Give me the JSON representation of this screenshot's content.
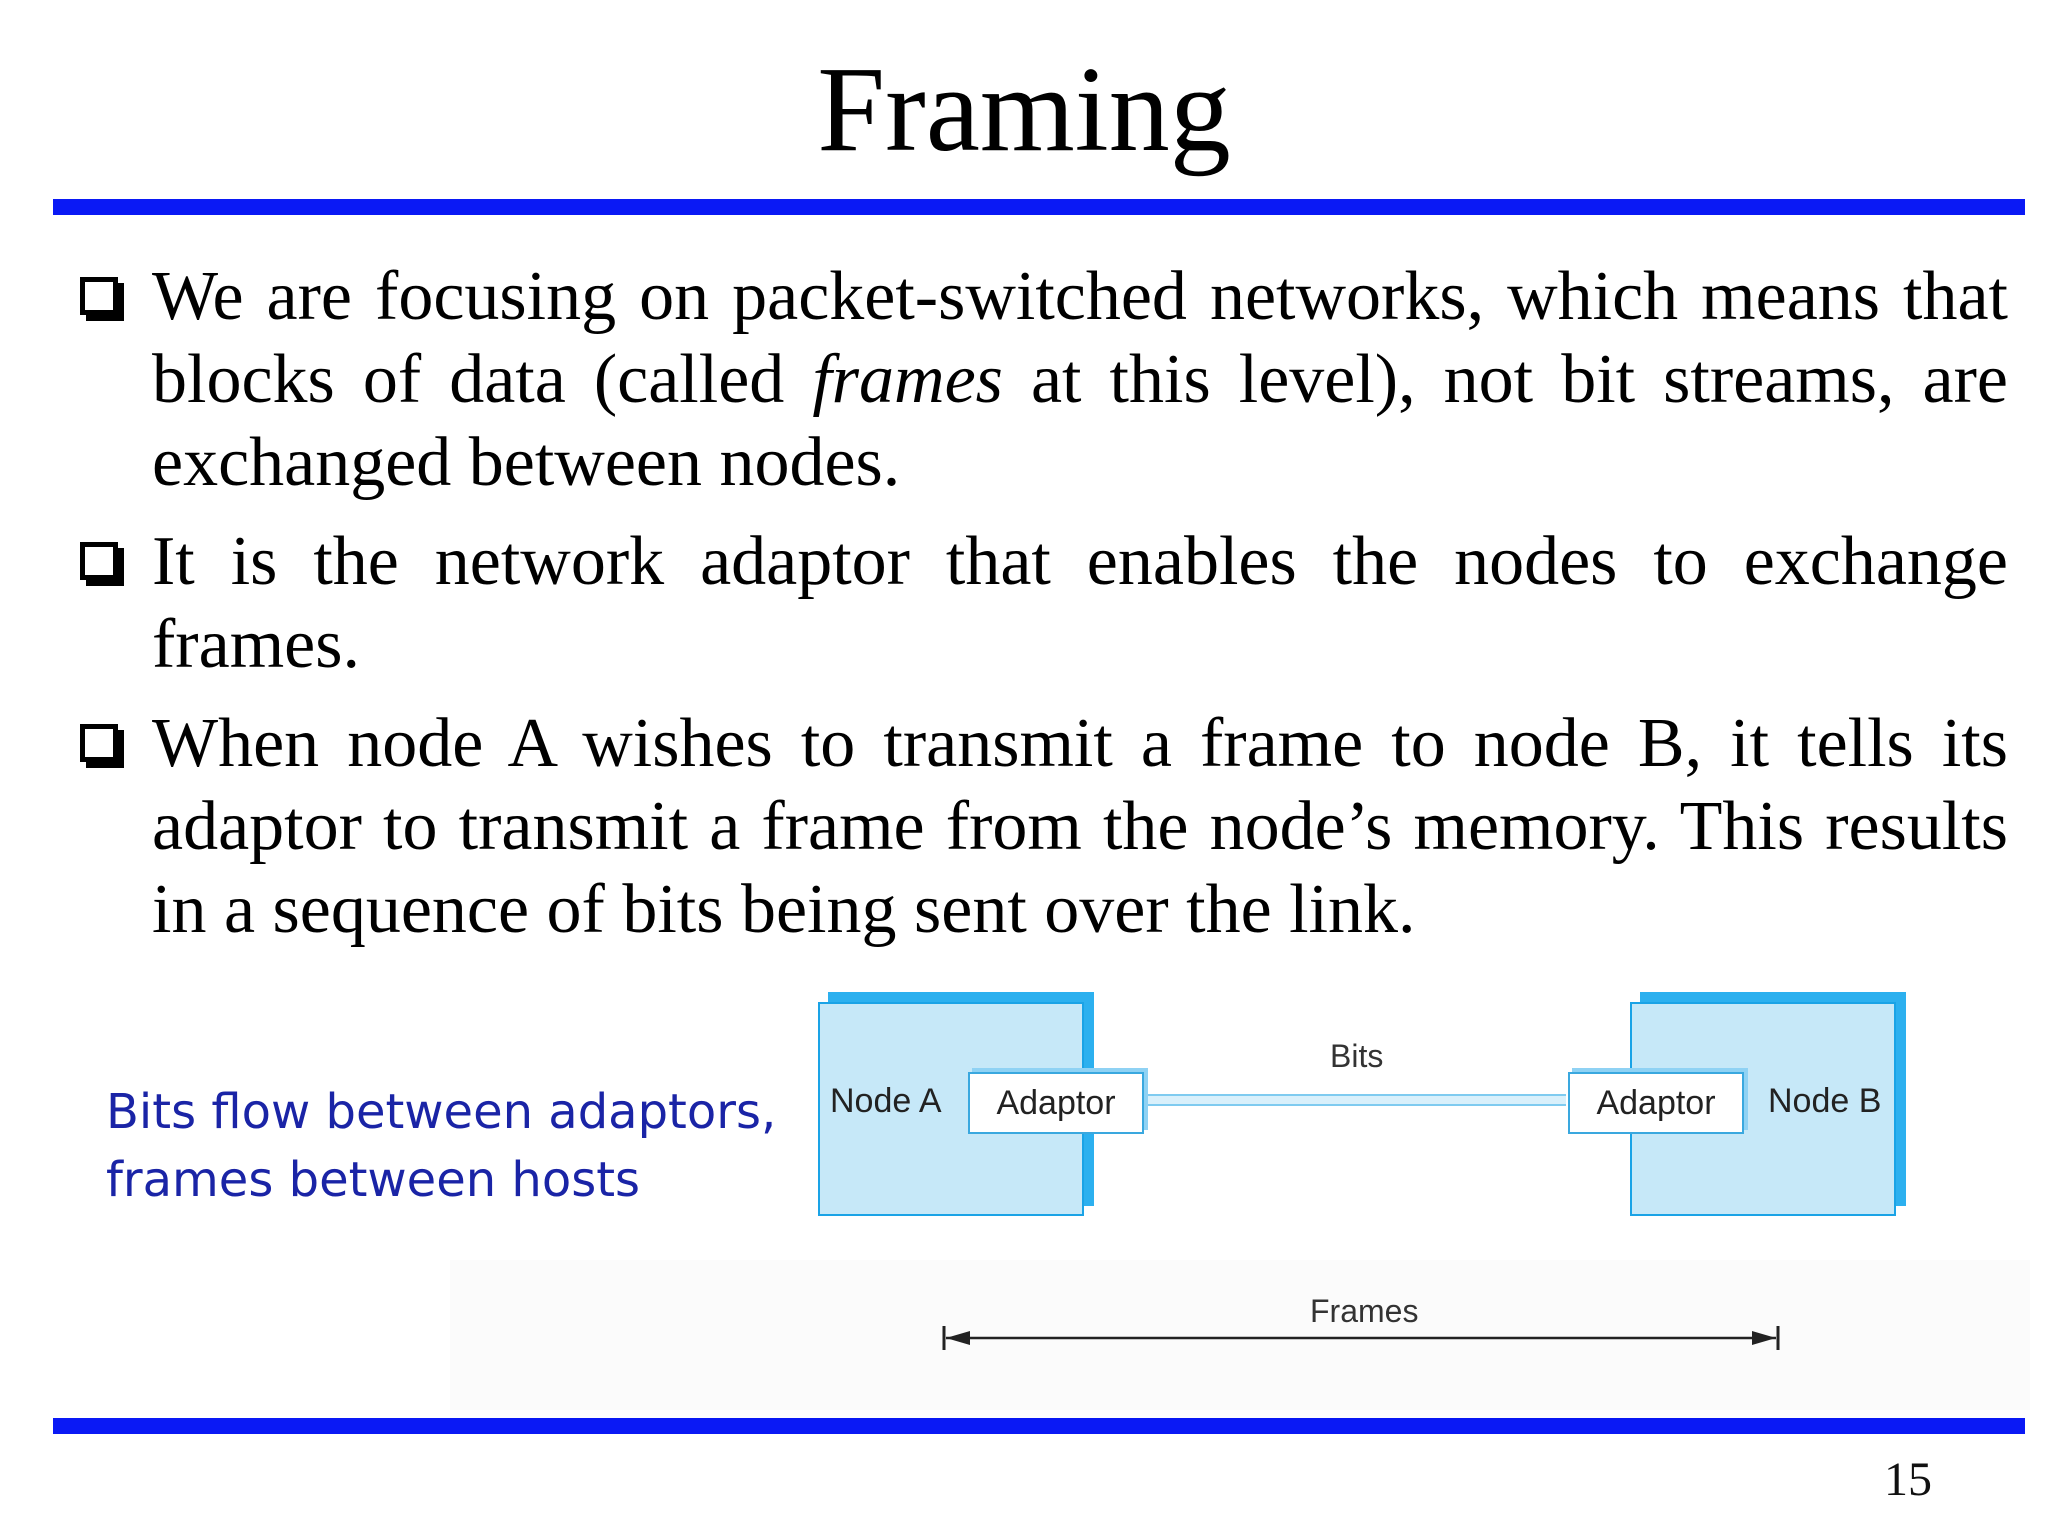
{
  "slide": {
    "title": "Framing",
    "page_number": "15"
  },
  "bullets": [
    {
      "icon": "checkbox-square-icon",
      "before": "We are focusing on packet-switched networks, which means that blocks of data (called ",
      "emphasis": "frames",
      "after": " at this level), not bit streams, are exchanged between nodes."
    },
    {
      "icon": "checkbox-square-icon",
      "text": "It is the network adaptor that enables the nodes to exchange frames."
    },
    {
      "icon": "checkbox-square-icon",
      "text": "When node A wishes to transmit a frame to node B, it tells its adaptor to transmit a frame from the node’s memory. This results in a sequence of bits being sent over the link."
    }
  ],
  "caption": {
    "line1": "Bits flow between adaptors,",
    "line2": "frames between hosts"
  },
  "diagram": {
    "node_a": "Node A",
    "node_b": "Node B",
    "adaptor_a": "Adaptor",
    "adaptor_b": "Adaptor",
    "bits": "Bits",
    "frames": "Frames",
    "colors": {
      "accent_rule": "#0a19f5",
      "node_fill": "#c6e8f8",
      "node_border": "#2cb0ef",
      "caption_text": "#1a24a6"
    }
  }
}
